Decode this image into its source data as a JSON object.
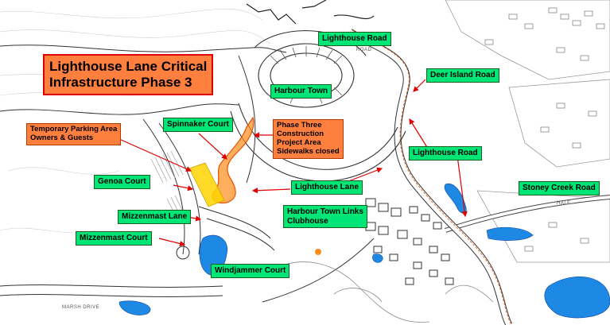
{
  "title": {
    "line1": "Lighthouse Lane Critical",
    "line2": "Infrastructure Phase 3"
  },
  "labels": {
    "lighthouse_road_top": "Lighthouse Road",
    "deer_island_road": "Deer Island Road",
    "harbour_town": "Harbour Town",
    "spinnaker_court": "Spinnaker Court",
    "lighthouse_road_mid": "Lighthouse Road",
    "stoney_creek_road": "Stoney Creek Road",
    "genoa_court": "Genoa Court",
    "lighthouse_lane": "Lighthouse Lane",
    "harbour_town_links_line1": "Harbour Town Links",
    "harbour_town_links_line2": "Clubhouse",
    "mizzenmast_lane": "Mizzenmast Lane",
    "mizzenmast_court": "Mizzenmast Court",
    "windjammer_court": "Windjammer Court"
  },
  "orange_notes": {
    "temp_parking_line1": "Temporary Parking Area",
    "temp_parking_line2": "Owners & Guests",
    "phase_three_line1": "Phase Three",
    "phase_three_line2": "Construction",
    "phase_three_line3": "Project Area",
    "phase_three_line4": "Sidewalks closed"
  },
  "street_text": {
    "road_top": "ROAD",
    "marsh_drive": "MARSH DRIVE",
    "hole_label": "HALF"
  },
  "colors": {
    "label_green": "#00e676",
    "label_orange": "#ff7f3f",
    "title_border": "#e00000",
    "arrow_red": "#e00000",
    "water_blue": "#1e88e5",
    "construction_highlight": "#ff8c1a",
    "parking_highlight": "#ffd400"
  }
}
